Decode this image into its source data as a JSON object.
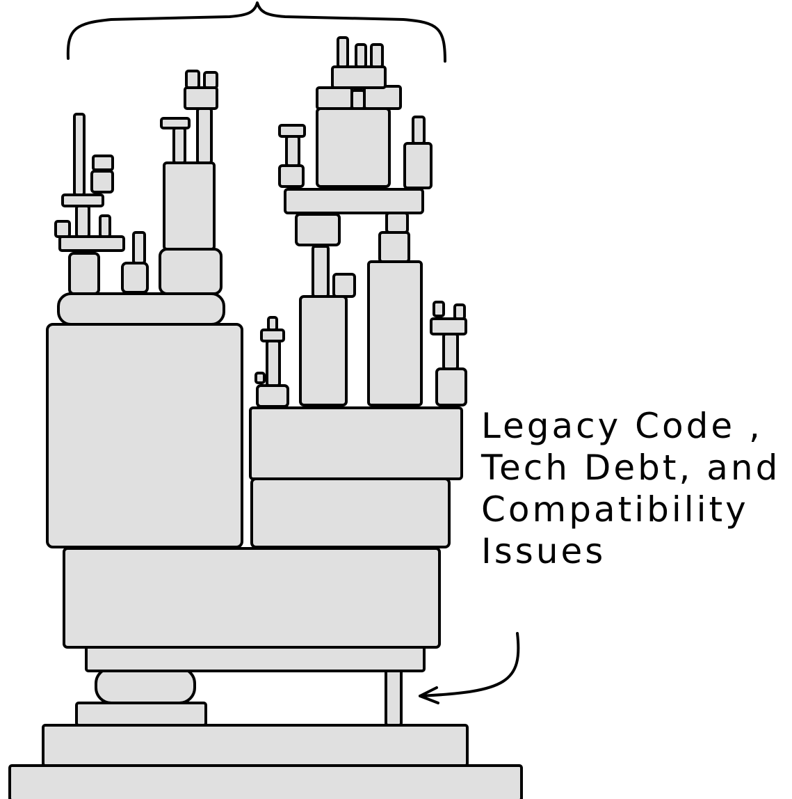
{
  "caption": {
    "line1": "Legacy Code ,",
    "line2": "Tech Debt, and",
    "line3": "Compatibility",
    "line4": "Issues"
  },
  "colors": {
    "block_fill": "#e0e0e0",
    "outline": "#000000",
    "background": "#ffffff"
  },
  "icons": {
    "brace": "curly-brace-icon",
    "arrow": "curved-arrow-icon"
  }
}
